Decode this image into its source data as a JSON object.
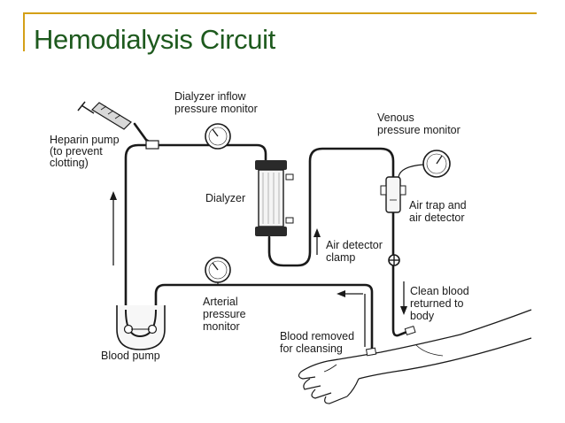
{
  "title": "Hemodialysis Circuit",
  "accent_color": "#d4a017",
  "title_color": "#1e5a1e",
  "diagram": {
    "labels": {
      "heparin_pump": [
        "Heparin pump",
        "(to prevent",
        "clotting)"
      ],
      "dialyzer_inflow": [
        "Dialyzer inflow",
        "pressure monitor"
      ],
      "venous_monitor": [
        "Venous",
        "pressure monitor"
      ],
      "dialyzer": [
        "Dialyzer"
      ],
      "air_trap": [
        "Air trap and",
        "air detector"
      ],
      "air_clamp": [
        "Air detector",
        "clamp"
      ],
      "clean_blood": [
        "Clean blood",
        "returned to",
        "body"
      ],
      "arterial_monitor": [
        "Arterial",
        "pressure",
        "monitor"
      ],
      "blood_removed": [
        "Blood removed",
        "for cleansing"
      ],
      "blood_pump": [
        "Blood pump"
      ]
    }
  }
}
